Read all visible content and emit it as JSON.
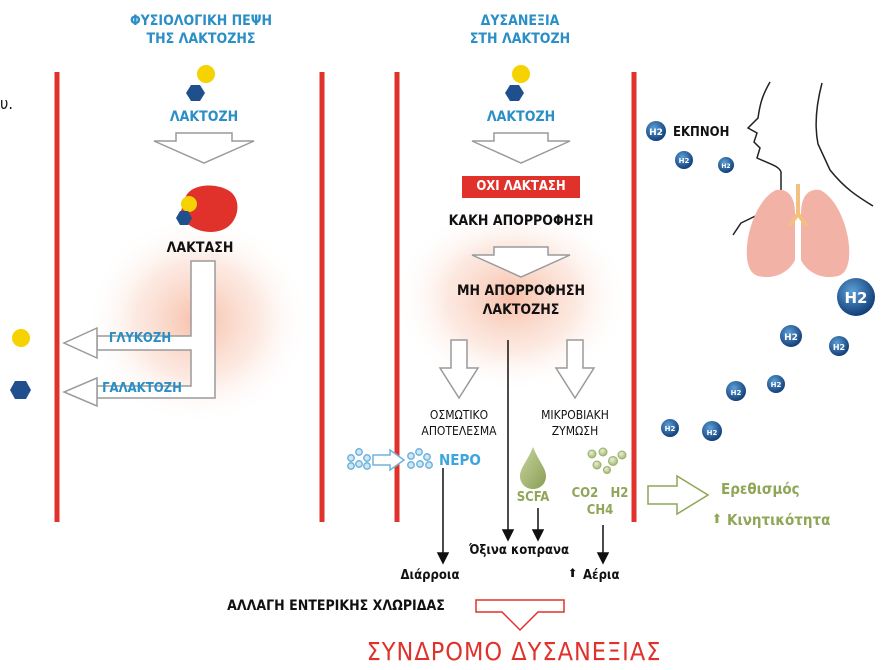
{
  "colors": {
    "red_line": "#e0322b",
    "blue_text": "#2a8fc6",
    "yellow": "#f6d200",
    "navy": "#1f4f8c",
    "green_text": "#8fa657",
    "glow": "#f6c3ad",
    "h2_blue": "#1c5fa3",
    "lung_pink": "#f2b2a6",
    "outline": "#9a9a9a",
    "black": "#111111"
  },
  "icons": [
    "glucose-circle",
    "galactose-hexagon",
    "lactase-enzyme",
    "hydrogen-molecule",
    "water-droplets",
    "gas-bubbles",
    "scfa-droplet",
    "human-profile-lungs"
  ],
  "left_column": {
    "title": [
      "ΦΥΣΙΟΛΟΓΙΚΗ ΠΕΨΗ",
      "ΤΗΣ ΛΑΚΤΟΖΗΣ"
    ],
    "lactose_label": "ΛΑΚΤΟΖΗ",
    "lactase_label": "ΛΑΚΤΑΣΗ",
    "glucose_label": "ΓΛΥΚΟΖΗ",
    "galactose_label": "ΓΑΛΑΚΤΟΖΗ",
    "edge_text": "υ."
  },
  "middle_column": {
    "title": [
      "ΔΥΣΑΝΕΞΙΑ",
      "ΣΤΗ ΛΑΚΤΟΖΗ"
    ],
    "lactose_label": "ΛΑΚΤΟΖΗ",
    "no_lactase_label": "ΟΧΙ ΛΑΚΤΑΣΗ",
    "bad_absorption_label": "ΚΑΚΗ ΑΠΟΡΡΟΦΗΣΗ",
    "non_absorption_label": [
      "ΜΗ ΑΠΟΡΡΟΦΗΣΗ",
      "ΛΑΚΤΟΖΗΣ"
    ],
    "osmotic_label": [
      "ΟΣΜΩΤΙΚΟ",
      "ΑΠΟΤΕΛΕΣΜΑ"
    ],
    "microbial_label": [
      "ΜΙΚΡΟΒΙΑΚΗ",
      "ΖΥΜΩΣΗ"
    ],
    "water_label": "ΝΕΡΟ",
    "scfa_label": "SCFA",
    "gases_line1": "CO2   H2",
    "gases_line2": "CH4",
    "acidic_stool_label": "Όξινα κοπρανα",
    "diarrhea_label": "Διάρροια",
    "gases_label": "Αέρια",
    "gases_arrow": "⬆",
    "flora_change_label": "ΑΛΛΑΓΗ ΕΝΤΕΡΙΚΗΣ ΧΛΩΡΙΔΑΣ",
    "syndrome_label": "ΣΥΝΔΡΟΜΟ ΔΥΣΑΝΕΞΙΑΣ"
  },
  "right_column": {
    "exhalation_label": "ΕΚΠΝΟΗ",
    "h2_label": "H2",
    "irritation_label": "Ερεθισμός",
    "motility_label": "Κινητικότητα",
    "motility_arrow": "⬆"
  }
}
